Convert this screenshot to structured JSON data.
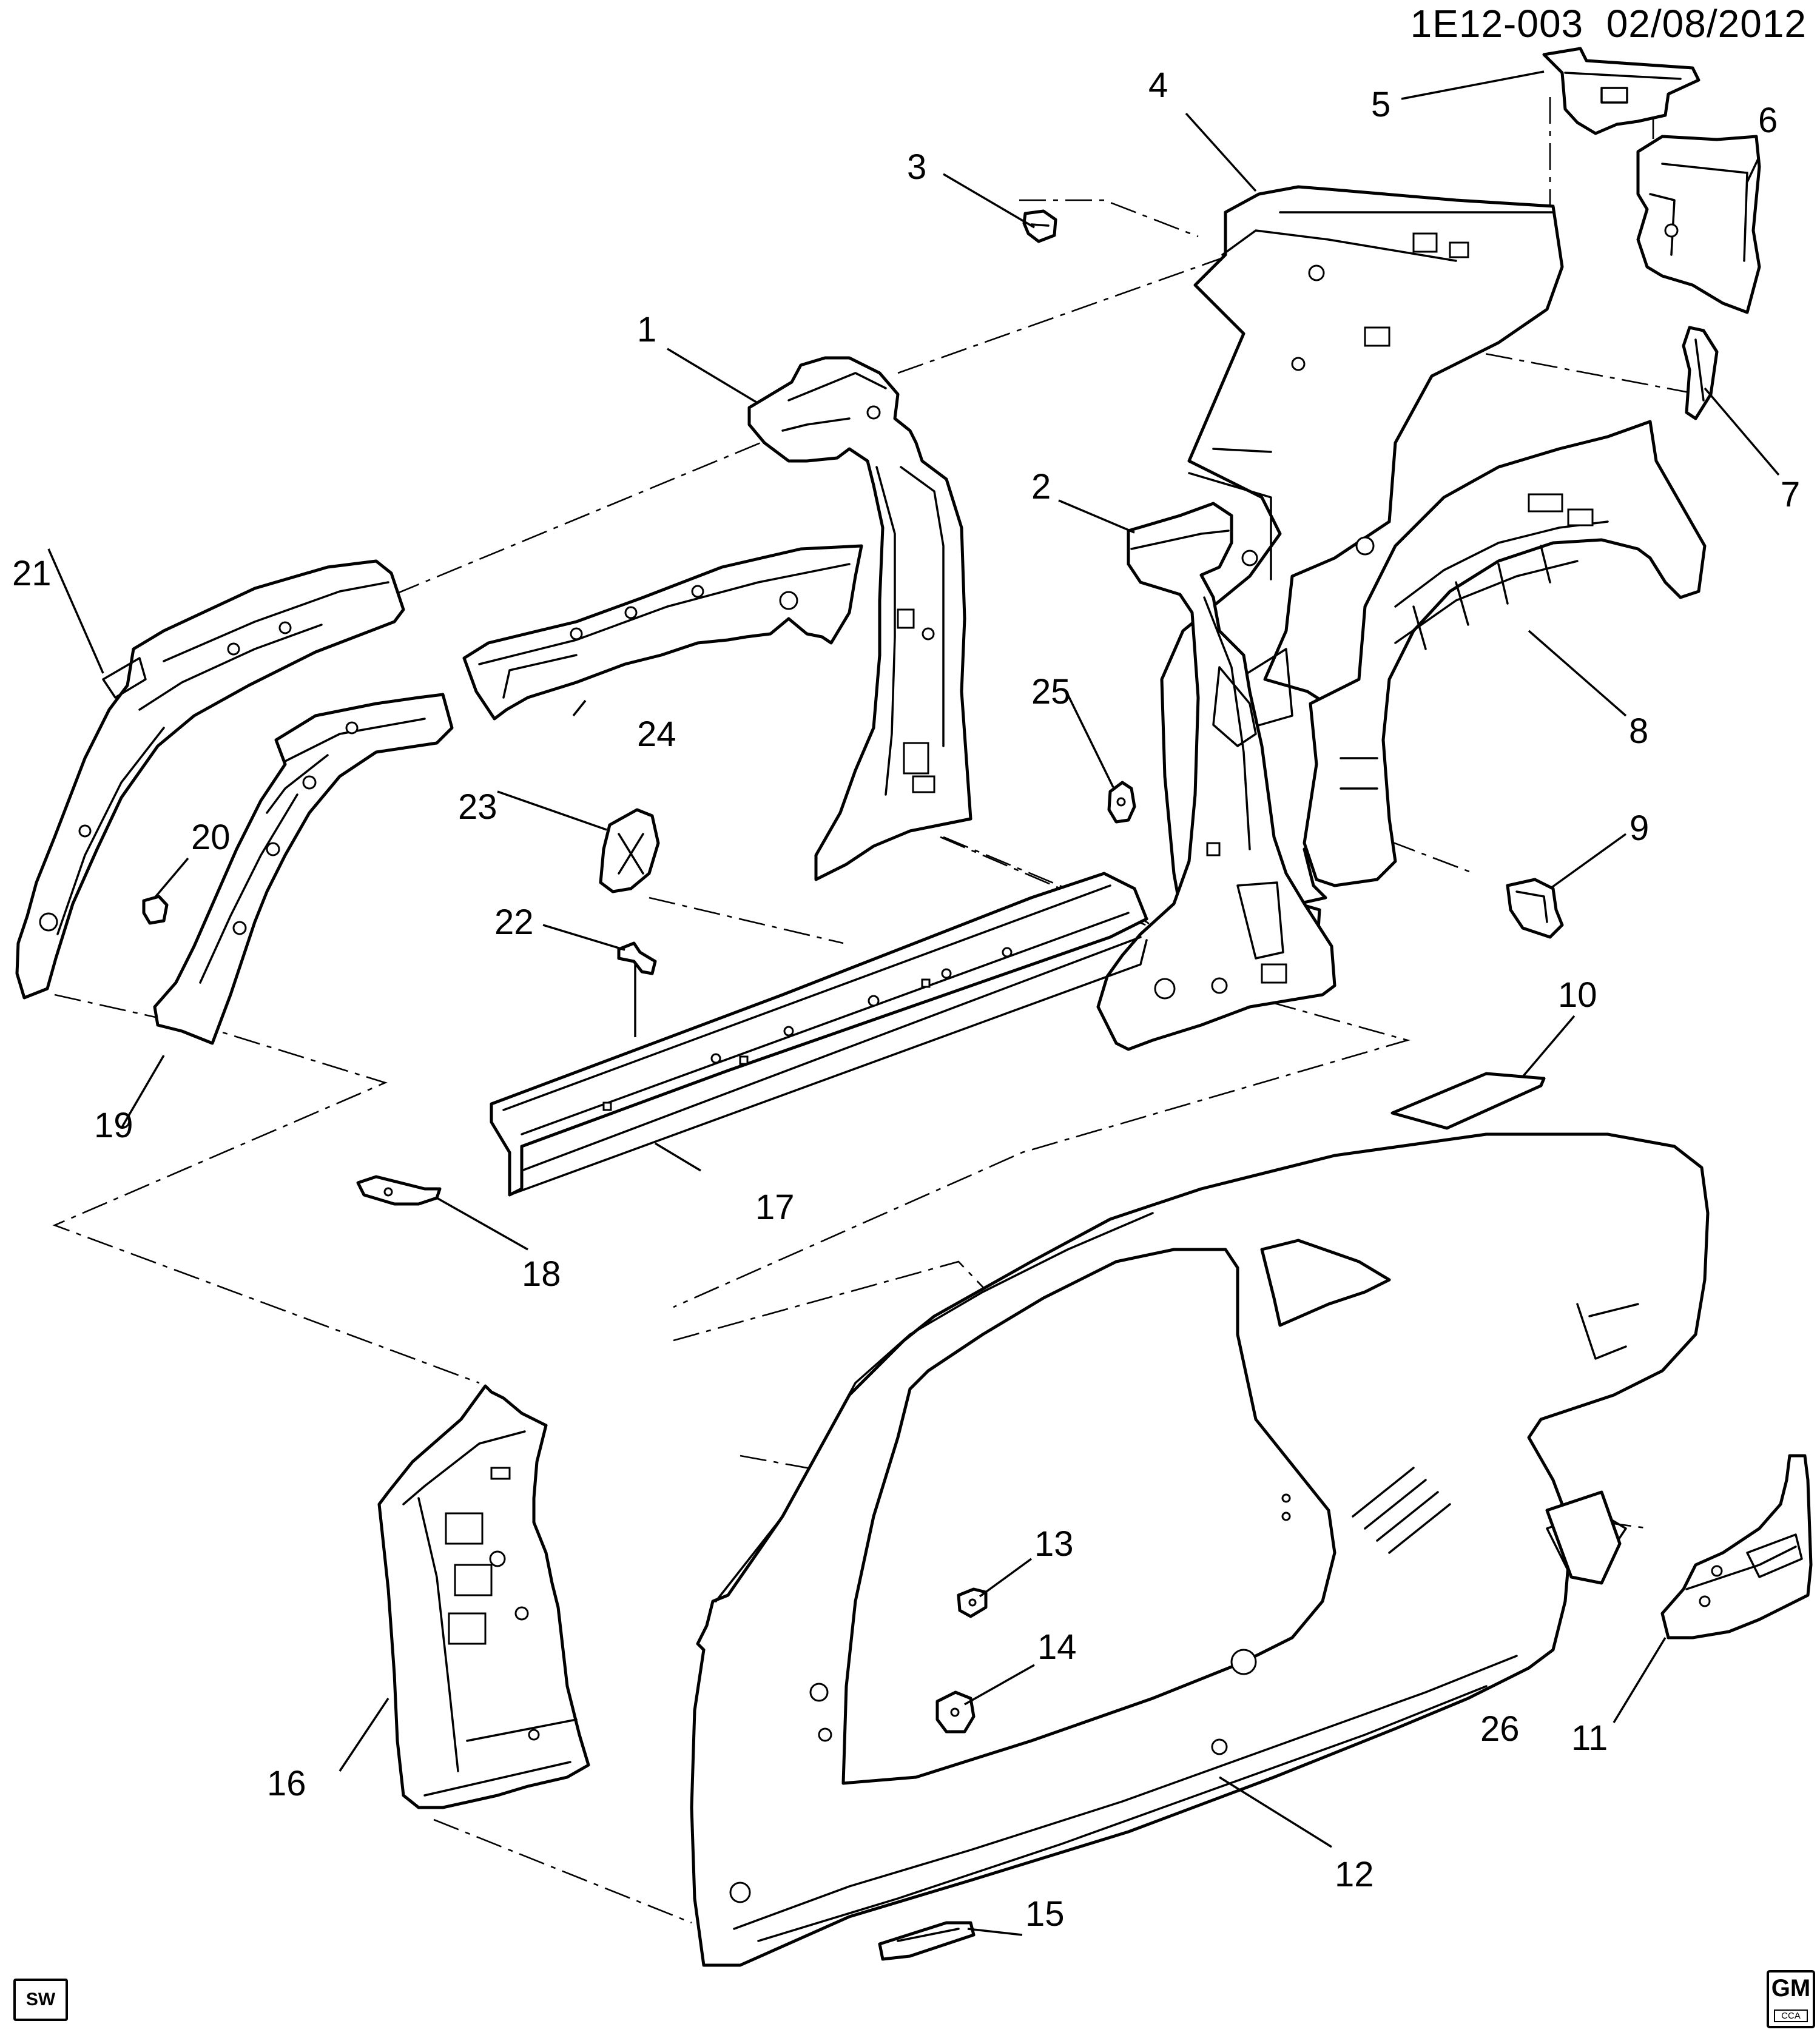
{
  "header": {
    "diagram_code": "1E12-003",
    "date": "02/08/2012"
  },
  "badges": {
    "sw": "SW",
    "gm": "GM",
    "gm_sub": "CCA"
  },
  "callouts": [
    {
      "id": "c1",
      "label": "1"
    },
    {
      "id": "c2",
      "label": "2"
    },
    {
      "id": "c3",
      "label": "3"
    },
    {
      "id": "c4",
      "label": "4"
    },
    {
      "id": "c5",
      "label": "5"
    },
    {
      "id": "c6",
      "label": "6"
    },
    {
      "id": "c7",
      "label": "7"
    },
    {
      "id": "c8",
      "label": "8"
    },
    {
      "id": "c9",
      "label": "9"
    },
    {
      "id": "c10",
      "label": "10"
    },
    {
      "id": "c11",
      "label": "11"
    },
    {
      "id": "c12",
      "label": "12"
    },
    {
      "id": "c13",
      "label": "13"
    },
    {
      "id": "c14",
      "label": "14"
    },
    {
      "id": "c15",
      "label": "15"
    },
    {
      "id": "c16",
      "label": "16"
    },
    {
      "id": "c17",
      "label": "17"
    },
    {
      "id": "c18",
      "label": "18"
    },
    {
      "id": "c19",
      "label": "19"
    },
    {
      "id": "c20",
      "label": "20"
    },
    {
      "id": "c21",
      "label": "21"
    },
    {
      "id": "c22",
      "label": "22"
    },
    {
      "id": "c23",
      "label": "23"
    },
    {
      "id": "c24",
      "label": "24"
    },
    {
      "id": "c25",
      "label": "25"
    },
    {
      "id": "c26",
      "label": "26"
    }
  ]
}
